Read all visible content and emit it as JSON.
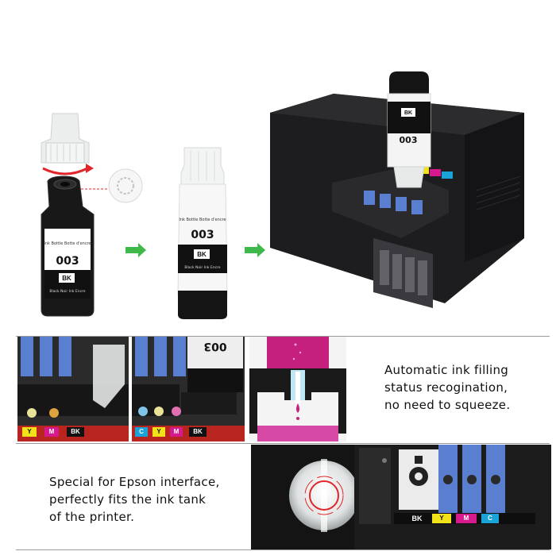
{
  "bottle": {
    "model": "003",
    "color_code": "BK",
    "small_text_1": "Ink Bottle  Botte d'encre",
    "small_text_2": "Black  Noir  Ink  Encre"
  },
  "arrows": {
    "color": "#3fb94a"
  },
  "tank_labels": {
    "panel1": [
      "Y",
      "M",
      "BK"
    ],
    "panel2": [
      "C",
      "Y",
      "M",
      "BK"
    ],
    "panel4": [
      "BK",
      "Y",
      "M",
      "C"
    ]
  },
  "captions": {
    "auto_fill": [
      "Automatic ink filling",
      "status recogination,",
      "no need to squeeze."
    ],
    "epson_interface": [
      "Special for Epson interface,",
      "perfectly fits the ink tank",
      "of the printer."
    ]
  },
  "colors": {
    "black_ink": "#111111",
    "cyan": "#1aa3d9",
    "magenta": "#d6198c",
    "yellow": "#f2e21a",
    "cap_blue": "#5a7fd1",
    "red_rotation": "#e0262a",
    "divider": "#9a9a9a"
  }
}
